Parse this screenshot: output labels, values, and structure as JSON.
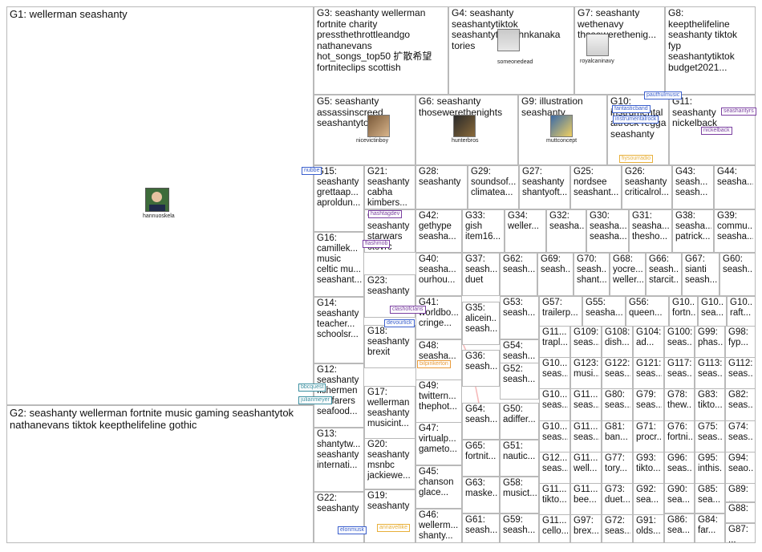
{
  "groups": [
    {
      "id": "G1",
      "label": "G1: wellerman seashanty"
    },
    {
      "id": "G2",
      "label": "G2: seashanty wellerman fortnite music gaming seashantytok\nnathanevans tiktok keepthelifeline gothic"
    },
    {
      "id": "G3",
      "label": "G3: seashanty wellerman\nfortnite charity\npressthethrottleandgo\nnathanevans\nhot_songs_top50 扩散希望\nfortniteclips scottish"
    },
    {
      "id": "G4",
      "label": "G4: seashanty\nseashantytiktok\nseashantytok johnkanaka\ntories"
    },
    {
      "id": "G7",
      "label": "G7: seashanty\nwethenavy\nthosewerethenig..."
    },
    {
      "id": "G8",
      "label": "G8:\nkeepthelifeline\nseashanty tiktok\nfyp\nseashantytiktok\nbudget2021..."
    },
    {
      "id": "G5",
      "label": "G5: seashanty\nassassinscreed\nseashantytok"
    },
    {
      "id": "G6",
      "label": "G6: seashanty\nthosewerethenights"
    },
    {
      "id": "G9",
      "label": "G9: illustration\nseashanty"
    },
    {
      "id": "G10",
      "label": "G10:\ninstrumental\naltrock reggae\nseashanty"
    },
    {
      "id": "G11",
      "label": "G11:\nseashanty\nnickelback"
    },
    {
      "id": "G15",
      "label": "G15:\nseashanty\ngrettaap...\naproldun..."
    },
    {
      "id": "G21",
      "label": "G21:\nseashanty\ncabha\nkimbers..."
    },
    {
      "id": "G28",
      "label": "G28:\nseashanty"
    },
    {
      "id": "G29",
      "label": "G29:\nsoundsof...\nclimatea..."
    },
    {
      "id": "G27",
      "label": "G27:\nseashanty\nshantyoft..."
    },
    {
      "id": "G25",
      "label": "G25:\nnordsee\nseashant..."
    },
    {
      "id": "G26",
      "label": "G26:\nseashanty\ncriticalrol..."
    },
    {
      "id": "G43",
      "label": "G43:\nseash...\nseash..."
    },
    {
      "id": "G44",
      "label": "G44:\nseasha..."
    },
    {
      "id": "G16",
      "label": "G16:\ncamillek...\nmusic\nceltic mu...\nseashant..."
    },
    {
      "id": "G24",
      "label": "G24:\nseashanty\nstarwars\nctovrc"
    },
    {
      "id": "G42",
      "label": "G42:\ngethype\nseasha..."
    },
    {
      "id": "G33",
      "label": "G33:\ngish\nitem16..."
    },
    {
      "id": "G34",
      "label": "G34:\nweller..."
    },
    {
      "id": "G32",
      "label": "G32:\nseasha..."
    },
    {
      "id": "G30",
      "label": "G30:\nseasha...\nseasha..."
    },
    {
      "id": "G31",
      "label": "G31:\nseasha...\nthesho..."
    },
    {
      "id": "G38",
      "label": "G38:\nseasha...\npatrick..."
    },
    {
      "id": "G39",
      "label": "G39:\ncommu...\nseasha..."
    },
    {
      "id": "G40",
      "label": "G40:\nseasha...\nourhou..."
    },
    {
      "id": "G37",
      "label": "G37:\nseash...\nduet"
    },
    {
      "id": "G62",
      "label": "G62:\nseash..."
    },
    {
      "id": "G69",
      "label": "G69:\nseash..."
    },
    {
      "id": "G70",
      "label": "G70:\nseash...\nshant..."
    },
    {
      "id": "G68",
      "label": "G68:\nyocre...\nweller..."
    },
    {
      "id": "G66",
      "label": "G66:\nseash...\nstarcit..."
    },
    {
      "id": "G67",
      "label": "G67:\nsianti\nseash..."
    },
    {
      "id": "G60",
      "label": "G60:\nseash..."
    },
    {
      "id": "G23",
      "label": "G23:\nseashanty"
    },
    {
      "id": "G14",
      "label": "G14:\nseashanty\nteacher...\nschoolsr..."
    },
    {
      "id": "G41",
      "label": "G41:\nworldbo...\ncringe..."
    },
    {
      "id": "G53",
      "label": "G53:\nseash..."
    },
    {
      "id": "G57",
      "label": "G57:\ntrailerp..."
    },
    {
      "id": "G55",
      "label": "G55:\nseasha..."
    },
    {
      "id": "G56",
      "label": "G56:\nqueen..."
    },
    {
      "id": "G10x",
      "label": "G10...\nfortn..."
    },
    {
      "id": "G10y",
      "label": "G10...\nsea..."
    },
    {
      "id": "G10z",
      "label": "G10...\nraft..."
    },
    {
      "id": "G35",
      "label": "G35:\nalicein...\nseash..."
    },
    {
      "id": "G18",
      "label": "G18:\nseashanty\nbrexit"
    },
    {
      "id": "G48",
      "label": "G48:\nseasha..."
    },
    {
      "id": "G54",
      "label": "G54:\nseash..."
    },
    {
      "id": "G11a",
      "label": "G11...\ntrapl..."
    },
    {
      "id": "G109",
      "label": "G109:\nseas..."
    },
    {
      "id": "G108",
      "label": "G108:\ndish..."
    },
    {
      "id": "G104",
      "label": "G104:\nad..."
    },
    {
      "id": "G100",
      "label": "G100:\nseas..."
    },
    {
      "id": "G99",
      "label": "G99:\nphas..."
    },
    {
      "id": "G98",
      "label": "G98:\nfyp..."
    },
    {
      "id": "G12",
      "label": "G12:\nseashanty\nfishermen\nseafarers\nseafood..."
    },
    {
      "id": "G36",
      "label": "G36:\nseash..."
    },
    {
      "id": "G52",
      "label": "G52:\nseash..."
    },
    {
      "id": "G10b",
      "label": "G10...\nseas..."
    },
    {
      "id": "G123",
      "label": "G123:\nmusi..."
    },
    {
      "id": "G122",
      "label": "G122:\nseas..."
    },
    {
      "id": "G121",
      "label": "G121:\nseas..."
    },
    {
      "id": "G117",
      "label": "G117:\nseas..."
    },
    {
      "id": "G113",
      "label": "G113:\nseas..."
    },
    {
      "id": "G112",
      "label": "G112:\nseas..."
    },
    {
      "id": "G17",
      "label": "G17:\nwellerman\nseashanty\nmusicint..."
    },
    {
      "id": "G49",
      "label": "G49:\ntwittern...\nthephot..."
    },
    {
      "id": "G10c",
      "label": "G10...\nseas..."
    },
    {
      "id": "G11b",
      "label": "G11...\nseas..."
    },
    {
      "id": "G80",
      "label": "G80:\nseas..."
    },
    {
      "id": "G79",
      "label": "G79:\nseas..."
    },
    {
      "id": "G78",
      "label": "G78:\nthew..."
    },
    {
      "id": "G83",
      "label": "G83:\ntikto..."
    },
    {
      "id": "G82",
      "label": "G82:\nseas..."
    },
    {
      "id": "G13",
      "label": "G13:\nshantytw...\nseashanty seashanty\ninternati..."
    },
    {
      "id": "G64",
      "label": "G64:\nseash..."
    },
    {
      "id": "G50",
      "label": "G50:\nadiffer..."
    },
    {
      "id": "G10d",
      "label": "G10...\nseas..."
    },
    {
      "id": "G11c",
      "label": "G11...\nseas..."
    },
    {
      "id": "G81",
      "label": "G81:\nban..."
    },
    {
      "id": "G71",
      "label": "G71:\nprocr..."
    },
    {
      "id": "G76",
      "label": "G76:\nfortni..."
    },
    {
      "id": "G75",
      "label": "G75:\nseas..."
    },
    {
      "id": "G74",
      "label": "G74:\nseas..."
    },
    {
      "id": "G20",
      "label": "G20:\nseashanty\nmsnbc\njackiewe..."
    },
    {
      "id": "G47",
      "label": "G47:\nvirtualp...\ngameto..."
    },
    {
      "id": "G65",
      "label": "G65:\nfortnit..."
    },
    {
      "id": "G51",
      "label": "G51:\nnautic..."
    },
    {
      "id": "G12a",
      "label": "G12...\nseas..."
    },
    {
      "id": "G11d",
      "label": "G11...\nwell..."
    },
    {
      "id": "G77",
      "label": "G77:\ntory..."
    },
    {
      "id": "G93",
      "label": "G93:\ntikto..."
    },
    {
      "id": "G96",
      "label": "G96:\nseas..."
    },
    {
      "id": "G95",
      "label": "G95:\ninthis..."
    },
    {
      "id": "G94",
      "label": "G94:\nseao..."
    },
    {
      "id": "G45",
      "label": "G45:\nchanson\nglace..."
    },
    {
      "id": "G63",
      "label": "G63:\nmaske..."
    },
    {
      "id": "G58",
      "label": "G58:\nmusict..."
    },
    {
      "id": "G11e",
      "label": "G11...\ntikto..."
    },
    {
      "id": "G11f",
      "label": "G11...\nbee..."
    },
    {
      "id": "G73",
      "label": "G73:\nduet..."
    },
    {
      "id": "G92",
      "label": "G92:\nsea..."
    },
    {
      "id": "G90",
      "label": "G90:\nsea..."
    },
    {
      "id": "G85",
      "label": "G85:\nsea..."
    },
    {
      "id": "G89",
      "label": "G89:\n..."
    },
    {
      "id": "G22",
      "label": "G22:\nseashanty"
    },
    {
      "id": "G19",
      "label": "G19:\nseashanty"
    },
    {
      "id": "G46",
      "label": "G46:\nwellerm...\nshanty..."
    },
    {
      "id": "G61",
      "label": "G61:\nseash..."
    },
    {
      "id": "G59",
      "label": "G59:\nseash..."
    },
    {
      "id": "G11g",
      "label": "G11...\ncello..."
    },
    {
      "id": "G97",
      "label": "G97:\nbrex..."
    },
    {
      "id": "G72",
      "label": "G72:\nseas..."
    },
    {
      "id": "G91",
      "label": "G91:\nolds..."
    },
    {
      "id": "G86",
      "label": "G86:\nsea..."
    },
    {
      "id": "G84",
      "label": "G84:\nfar..."
    },
    {
      "id": "G88",
      "label": "G88:"
    },
    {
      "id": "G87",
      "label": "G87:\n..."
    }
  ],
  "hubs": [
    {
      "id": "hub-g1",
      "name": "hannuoskela"
    },
    {
      "id": "hub-g4",
      "name": "someonedead"
    },
    {
      "id": "hub-g7",
      "name": "royalcaninavy"
    },
    {
      "id": "hub-g5",
      "name": "nicevictinboy"
    },
    {
      "id": "hub-g6",
      "name": "hunterbros"
    },
    {
      "id": "hub-g9",
      "name": "muttconcept"
    }
  ],
  "tags": [
    {
      "id": "t1",
      "text": "nubbe"
    },
    {
      "id": "t2",
      "text": "bbcquest"
    },
    {
      "id": "t3",
      "text": "julianmeyer"
    },
    {
      "id": "t4",
      "text": "elonmusk"
    },
    {
      "id": "t5",
      "text": "annavellike"
    },
    {
      "id": "t6",
      "text": "clashofclans"
    },
    {
      "id": "t7",
      "text": "devourlick"
    },
    {
      "id": "t8",
      "text": "flashmob"
    },
    {
      "id": "t9",
      "text": "hashtagdev"
    },
    {
      "id": "t10",
      "text": "bilpinkerton"
    },
    {
      "id": "t11",
      "text": "nickelback"
    },
    {
      "id": "t12",
      "text": "seashantyrs"
    },
    {
      "id": "t13",
      "text": "fiysourradio"
    },
    {
      "id": "t14",
      "text": "pauthulmusic"
    },
    {
      "id": "t15",
      "text": "instrumentalrock"
    },
    {
      "id": "t16",
      "text": "fantasticband"
    }
  ],
  "colors": {
    "border": "#b9b9b9",
    "g1_edge": "#c9c9c9",
    "g1_node": "#1a2a6b",
    "g2_node": "#5ab4e0",
    "arc": "#f08a8a",
    "blue_tag": "#3a5fcd",
    "purple_tag": "#7a3fa0",
    "green_tag": "#3c9a4a",
    "orange_tag": "#e89a3a"
  }
}
